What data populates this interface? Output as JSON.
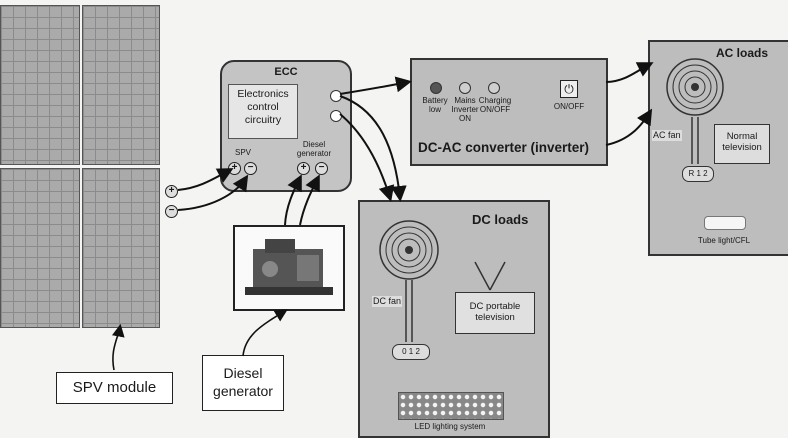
{
  "spv": {
    "label": "SPV module"
  },
  "ecc": {
    "title": "ECC",
    "circuit_label": "Electronics control circuitry",
    "spv_label": "SPV",
    "diesel_label": "Diesel generator"
  },
  "terminals": {
    "plus": "+",
    "minus": "−"
  },
  "diesel": {
    "label": "Diesel generator"
  },
  "inverter": {
    "title": "DC-AC converter (inverter)",
    "battery_low": "Battery low",
    "mains_on": "Mains Inverter ON",
    "charging": "Charging ON/OFF",
    "onoff": "ON/OFF"
  },
  "ac_loads": {
    "title": "AC loads",
    "fan_label": "AC fan",
    "fan_speed": "R 1 2",
    "tv_label": "Normal television",
    "light_label": "Tube light/CFL"
  },
  "dc_loads": {
    "title": "DC loads",
    "fan_label": "DC fan",
    "fan_speed": "0 1 2",
    "tv_label": "DC portable television",
    "led_label": "LED lighting system"
  }
}
